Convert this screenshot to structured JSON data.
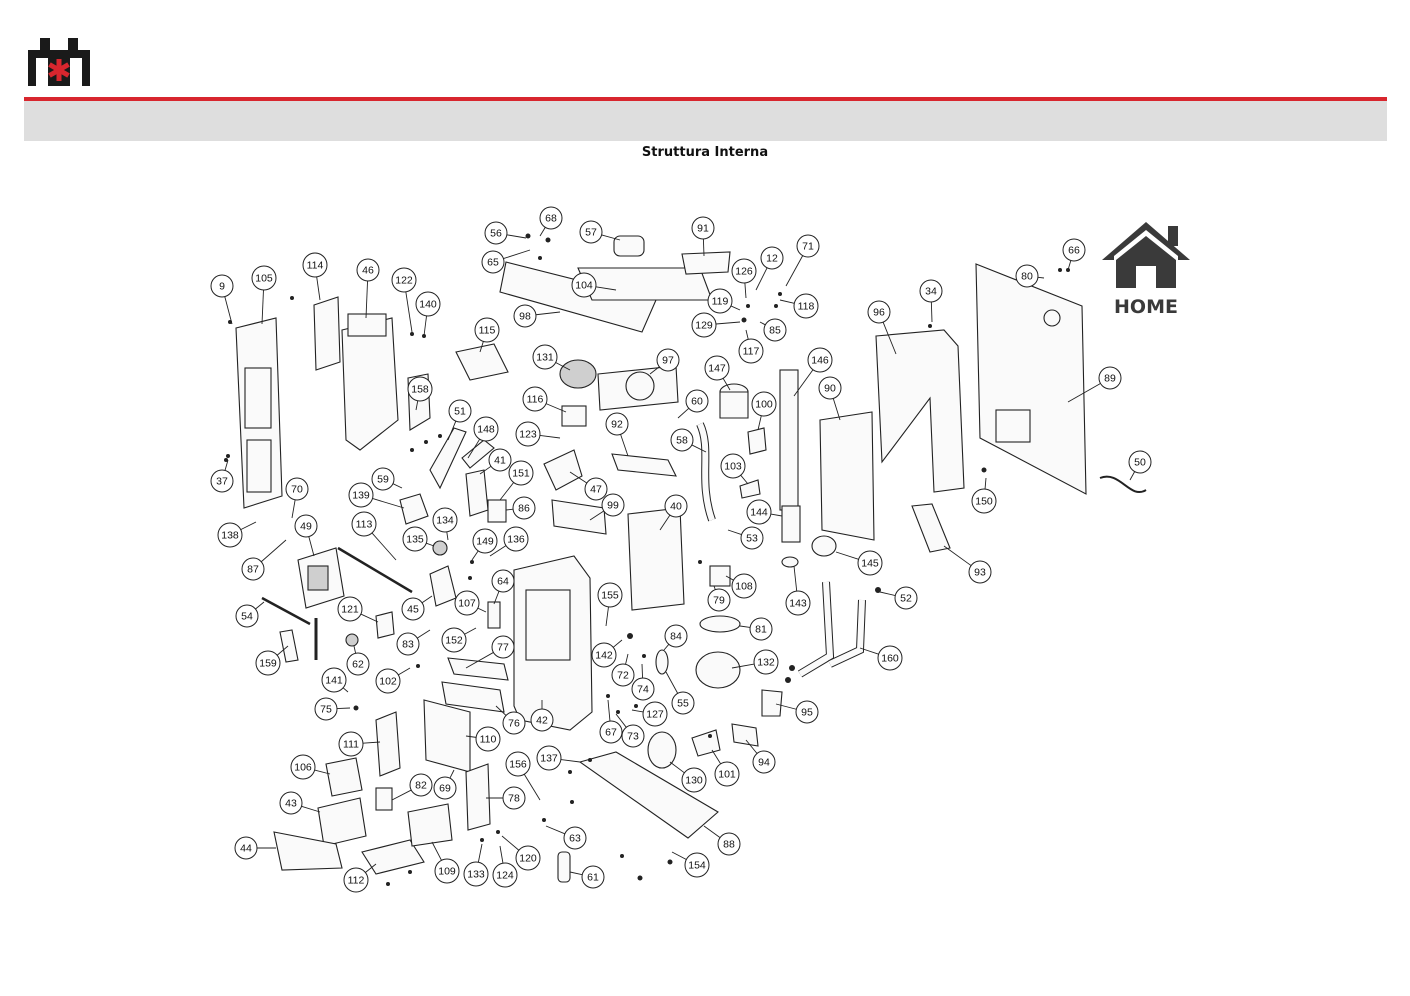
{
  "header": {
    "title": "Struttura Interna",
    "accent_color": "#d8262e",
    "band_color": "#dedede"
  },
  "home_button": {
    "label": "HOME",
    "icon": "house-icon"
  },
  "diagram": {
    "part_numbers": [
      "9",
      "105",
      "114",
      "46",
      "122",
      "140",
      "37",
      "138",
      "70",
      "87",
      "49",
      "113",
      "54",
      "159",
      "62",
      "121",
      "83",
      "141",
      "75",
      "102",
      "158",
      "51",
      "148",
      "41",
      "151",
      "59",
      "139",
      "134",
      "135",
      "149",
      "136",
      "86",
      "45",
      "107",
      "152",
      "64",
      "77",
      "76",
      "42",
      "111",
      "110",
      "69",
      "106",
      "43",
      "44",
      "112",
      "109",
      "82",
      "78",
      "156",
      "133",
      "124",
      "120",
      "137",
      "61",
      "63",
      "88",
      "154",
      "67",
      "73",
      "127",
      "72",
      "74",
      "142",
      "155",
      "84",
      "55",
      "132",
      "130",
      "101",
      "94",
      "95",
      "81",
      "79",
      "108",
      "40",
      "99",
      "47",
      "116",
      "123",
      "131",
      "97",
      "92",
      "60",
      "58",
      "56",
      "68",
      "65",
      "57",
      "104",
      "98",
      "115",
      "91",
      "12",
      "126",
      "119",
      "129",
      "117",
      "85",
      "118",
      "71",
      "147",
      "100",
      "103",
      "146",
      "144",
      "53",
      "145",
      "143",
      "90",
      "96",
      "34",
      "93",
      "150",
      "89",
      "80",
      "66",
      "50",
      "52",
      "160"
    ]
  }
}
